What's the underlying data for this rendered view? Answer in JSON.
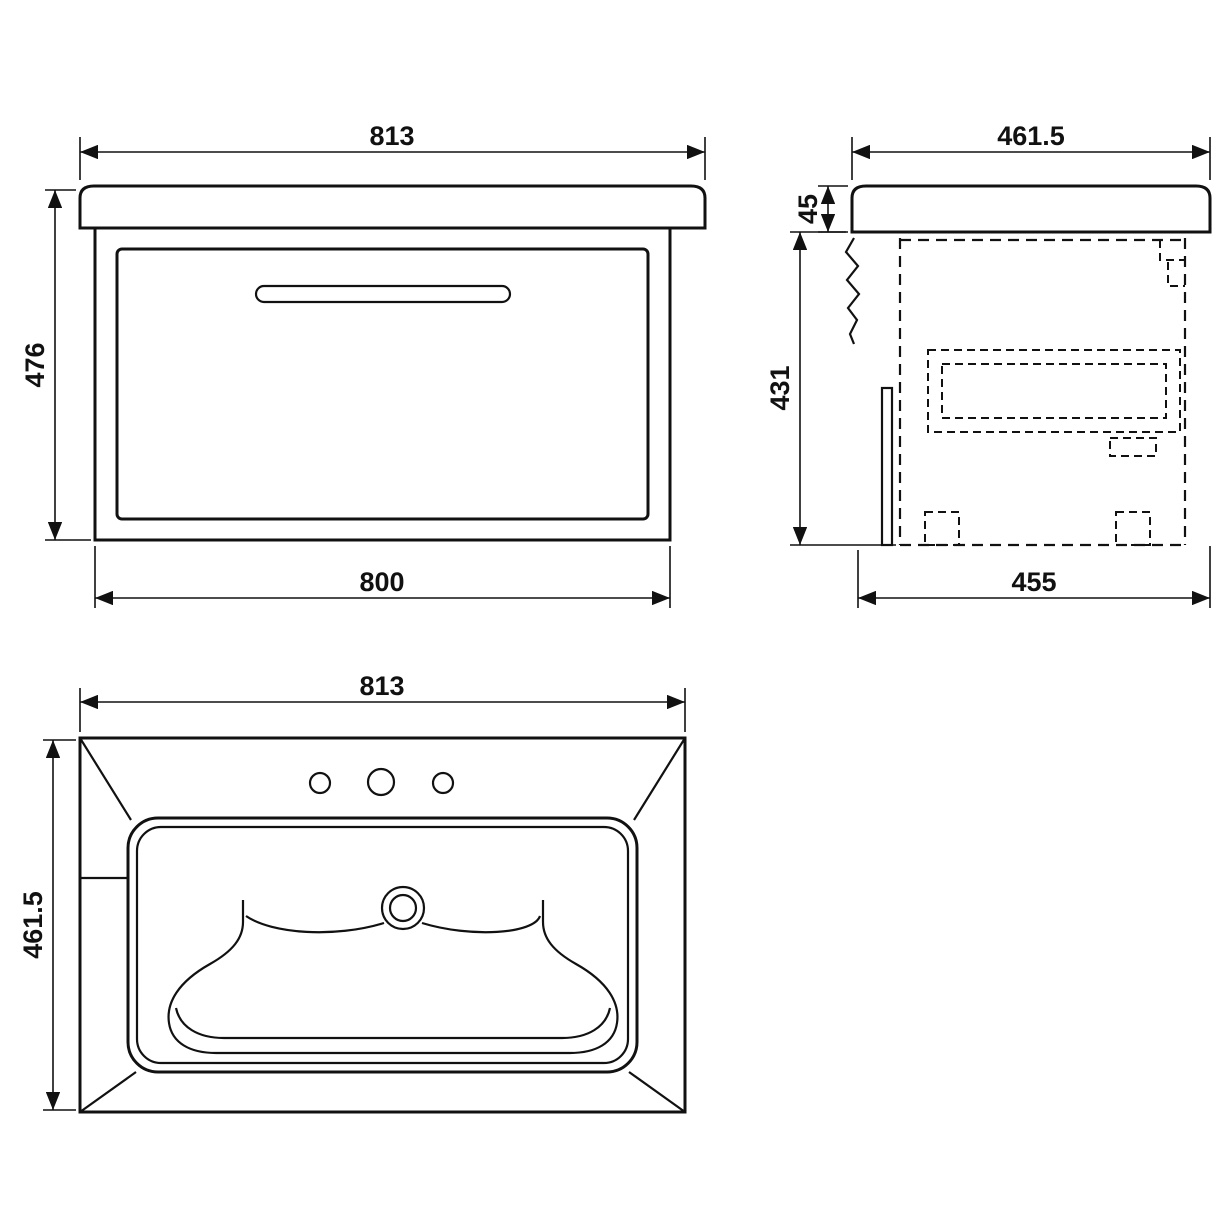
{
  "colors": {
    "background": "#ffffff",
    "line": "#111111"
  },
  "views": {
    "front": {
      "width_top": "813",
      "height": "476",
      "width_bottom": "800"
    },
    "side": {
      "depth_top": "461.5",
      "basin_height": "45",
      "cabinet_height": "431",
      "depth_bottom": "455"
    },
    "plan": {
      "width_top": "813",
      "depth": "461.5"
    }
  }
}
